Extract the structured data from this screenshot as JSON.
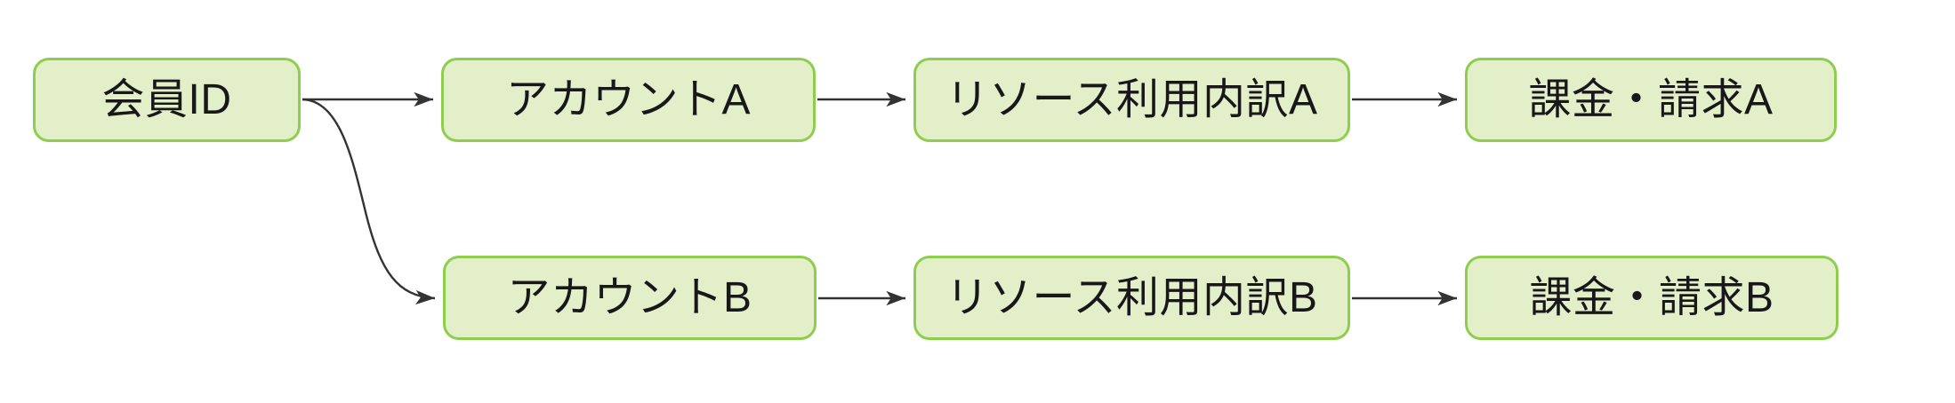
{
  "diagram": {
    "type": "flowchart",
    "direction": "left-to-right",
    "background_color": "#ffffff",
    "node_fill_color": "#e3efc9",
    "node_border_color": "#8ece4f",
    "node_text_color": "#18181b",
    "edge_color": "#333333",
    "nodes": [
      {
        "id": "member-id",
        "label": "会員ID",
        "row": "top"
      },
      {
        "id": "account-a",
        "label": "アカウントA",
        "row": "top"
      },
      {
        "id": "resource-a",
        "label": "リソース利用内訳A",
        "row": "top"
      },
      {
        "id": "billing-a",
        "label": "課金・請求A",
        "row": "top"
      },
      {
        "id": "account-b",
        "label": "アカウントB",
        "row": "bottom"
      },
      {
        "id": "resource-b",
        "label": "リソース利用内訳B",
        "row": "bottom"
      },
      {
        "id": "billing-b",
        "label": "課金・請求B",
        "row": "bottom"
      }
    ],
    "edges": [
      {
        "from": "member-id",
        "to": "account-a",
        "style": "straight"
      },
      {
        "from": "member-id",
        "to": "account-b",
        "style": "curved"
      },
      {
        "from": "account-a",
        "to": "resource-a",
        "style": "straight"
      },
      {
        "from": "resource-a",
        "to": "billing-a",
        "style": "straight"
      },
      {
        "from": "account-b",
        "to": "resource-b",
        "style": "straight"
      },
      {
        "from": "resource-b",
        "to": "billing-b",
        "style": "straight"
      }
    ]
  }
}
